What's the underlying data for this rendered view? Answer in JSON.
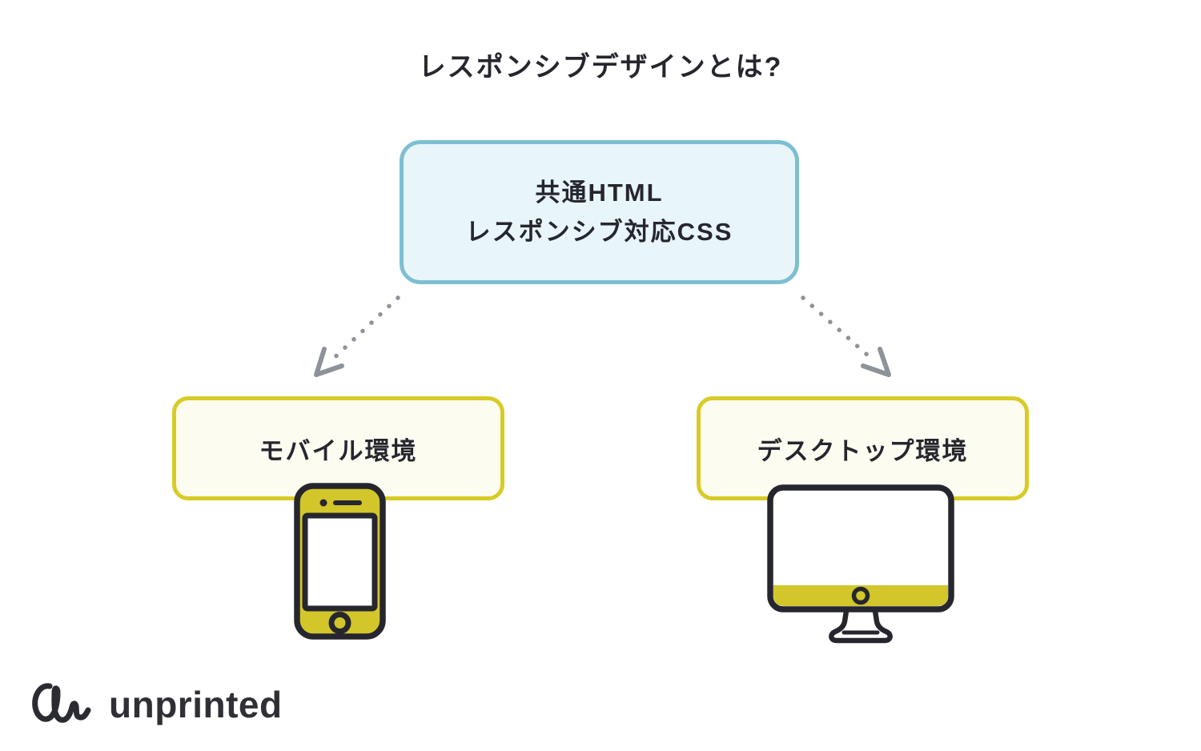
{
  "page": {
    "background": "#ffffff",
    "title": "レスポンシブデザインとは?"
  },
  "palette": {
    "teal_border": "#7dbfd1",
    "teal_fill": "#e8f5f9",
    "yellow_border": "#d8cb25",
    "device_yellow": "#d2c62b",
    "cream_fill": "#fdfcf0",
    "ink": "#26262e",
    "arrow_gray": "#8e9399",
    "brand_ink": "#2f2f36"
  },
  "diagram": {
    "source_box": {
      "line1": "共通HTML",
      "line2": "レスポンシブ対応CSS"
    },
    "arrows": [
      {
        "name": "arrow-to-mobile",
        "direction": "down-left",
        "style": "dotted"
      },
      {
        "name": "arrow-to-desktop",
        "direction": "down-right",
        "style": "dotted"
      }
    ],
    "branches": [
      {
        "label": "モバイル環境",
        "icon": "smartphone-icon"
      },
      {
        "label": "デスクトップ環境",
        "icon": "desktop-monitor-icon"
      }
    ]
  },
  "footer": {
    "brand": "unprinted",
    "logo_icon": "unprinted-squiggle-icon"
  }
}
